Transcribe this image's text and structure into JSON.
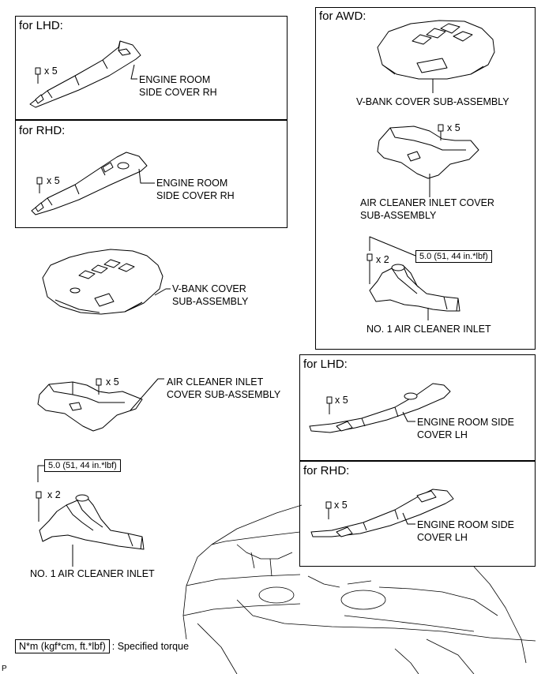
{
  "frames": {
    "lhd_rh": "for LHD:",
    "rhd_rh": "for RHD:",
    "awd": "for AWD:",
    "lhd_lh": "for LHD:",
    "rhd_lh": "for RHD:"
  },
  "labels": {
    "rh_lhd": "ENGINE ROOM\nSIDE COVER RH",
    "rh_rhd": "ENGINE ROOM\nSIDE COVER RH",
    "vbank_main": "V-BANK COVER\nSUB-ASSEMBLY",
    "aci_cover_main": "AIR CLEANER INLET\nCOVER SUB-ASSEMBLY",
    "aci_main": "NO. 1 AIR CLEANER INLET",
    "vbank_awd": "V-BANK COVER SUB-ASSEMBLY",
    "aci_cover_awd": "AIR CLEANER INLET COVER\nSUB-ASSEMBLY",
    "aci_awd": "NO. 1 AIR CLEANER INLET",
    "lh_lhd": "ENGINE ROOM SIDE\nCOVER LH",
    "lh_rhd": "ENGINE ROOM SIDE\nCOVER LH"
  },
  "quantities": {
    "rh_lhd": "x 5",
    "rh_rhd": "x 5",
    "aci_cover_main": "x 5",
    "aci_main": "x 2",
    "aci_cover_awd": "x 5",
    "aci_awd": "x 2",
    "lh_lhd": "x 5",
    "lh_rhd": "x 5"
  },
  "torque": {
    "main": "5.0 (51, 44 in.*lbf)",
    "awd": "5.0 (51, 44 in.*lbf)"
  },
  "legend": {
    "unit": "N*m (kgf*cm, ft.*lbf)",
    "text": ": Specified torque"
  },
  "code": "P"
}
